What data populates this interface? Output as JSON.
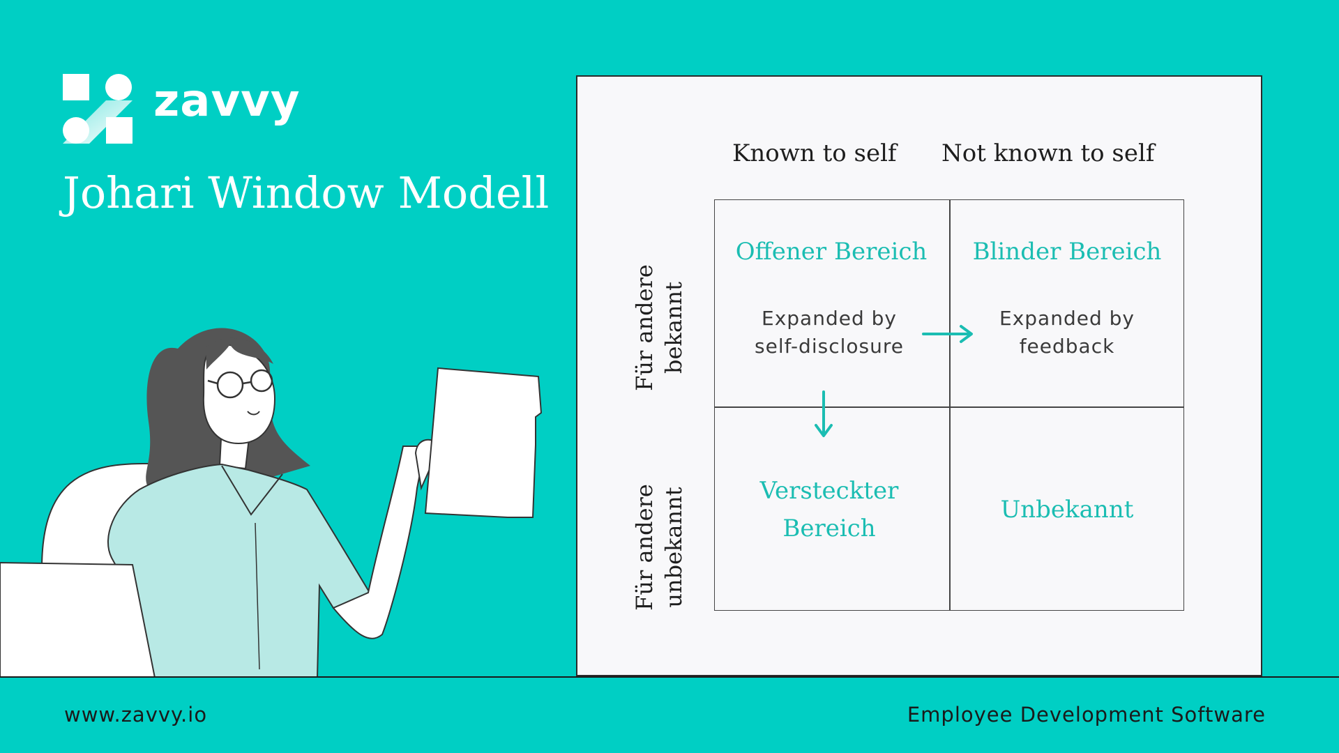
{
  "brand": {
    "name": "zavvy",
    "logo_icon": "zavvy-logo-icon"
  },
  "title": "Johari Window Modell",
  "colors": {
    "background": "#00cfc4",
    "accent": "#1bbdb2",
    "panel": "#f8f8fa"
  },
  "johari": {
    "columns": [
      "Known to self",
      "Not known to self"
    ],
    "rows": [
      {
        "line1": "Für andere",
        "line2": "bekannt"
      },
      {
        "line1": "Für andere",
        "line2": "unbekannt"
      }
    ],
    "quadrants": [
      {
        "title": "Offener Bereich",
        "desc1": "Expanded by",
        "desc2": "self-disclosure"
      },
      {
        "title": "Blinder Bereich",
        "desc1": "Expanded by",
        "desc2": "feedback"
      },
      {
        "title1": "Versteckter",
        "title2": "Bereich"
      },
      {
        "title": "Unbekannt"
      }
    ]
  },
  "footer": {
    "website": "www.zavvy.io",
    "tagline": "Employee Development Software"
  }
}
